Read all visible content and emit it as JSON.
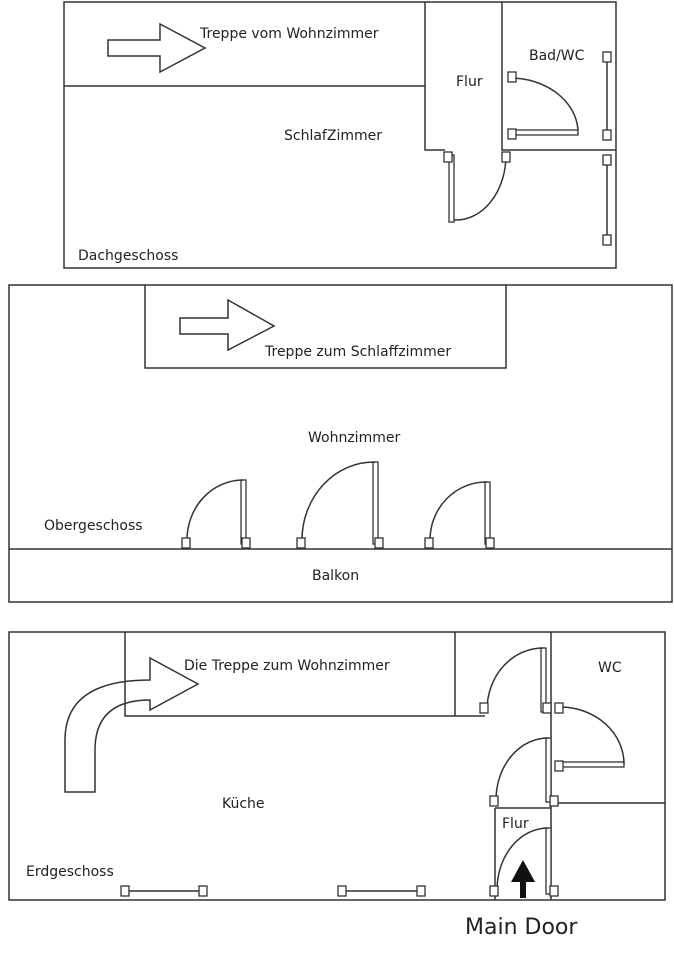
{
  "floors": {
    "dachgeschoss": {
      "name": "Dachgeschoss",
      "stairs": "Treppe vom Wohnzimmer",
      "rooms": [
        "Flur",
        "SchlafZimmer",
        "Bad/WC"
      ]
    },
    "obergeschoss": {
      "name": "Obergeschoss",
      "stairs": "Treppe zum Schlaffzimmer",
      "rooms": [
        "Wohnzimmer",
        "Balkon"
      ]
    },
    "erdgeschoss": {
      "name": "Erdgeschoss",
      "stairs": "Die Treppe zum Wohnzimmer",
      "rooms": [
        "Küche",
        "WC",
        "Flur"
      ],
      "entrance": "Main Door"
    }
  }
}
